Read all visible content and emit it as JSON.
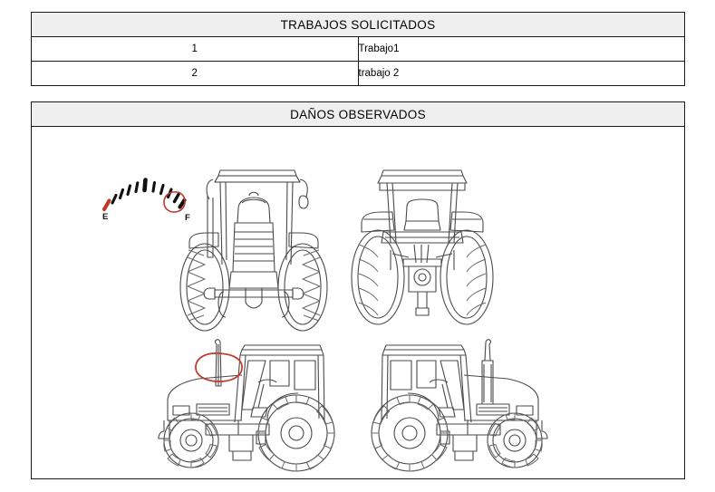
{
  "document": {
    "language": "es",
    "page_background": "#FFFFFF",
    "line_color": "#1A1A1A",
    "header_fill": "#EFEFEF",
    "annotation_color": "#C0392B"
  },
  "works_table": {
    "header": "TRABAJOS SOLICITADOS",
    "rows": [
      {
        "number": "1",
        "description": "Trabajo1"
      },
      {
        "number": "2",
        "description": "trabajo 2"
      }
    ]
  },
  "damage_table": {
    "header": "DAÑOS OBSERVADOS",
    "diagram": {
      "fuel_gauge": {
        "label_empty": "E",
        "label_full": "F",
        "tick_count": 11,
        "empty_tick_color": "#C0392B",
        "tick_color": "#1A1A1A",
        "annotation": "red-circle-near-full"
      },
      "tractor_views": [
        {
          "name": "front-view",
          "annotated": false
        },
        {
          "name": "rear-view",
          "annotated": false
        },
        {
          "name": "left-side-view",
          "annotated": true,
          "annotation": "red-oval-on-exhaust-stack"
        },
        {
          "name": "right-side-view",
          "annotated": false
        }
      ]
    }
  }
}
